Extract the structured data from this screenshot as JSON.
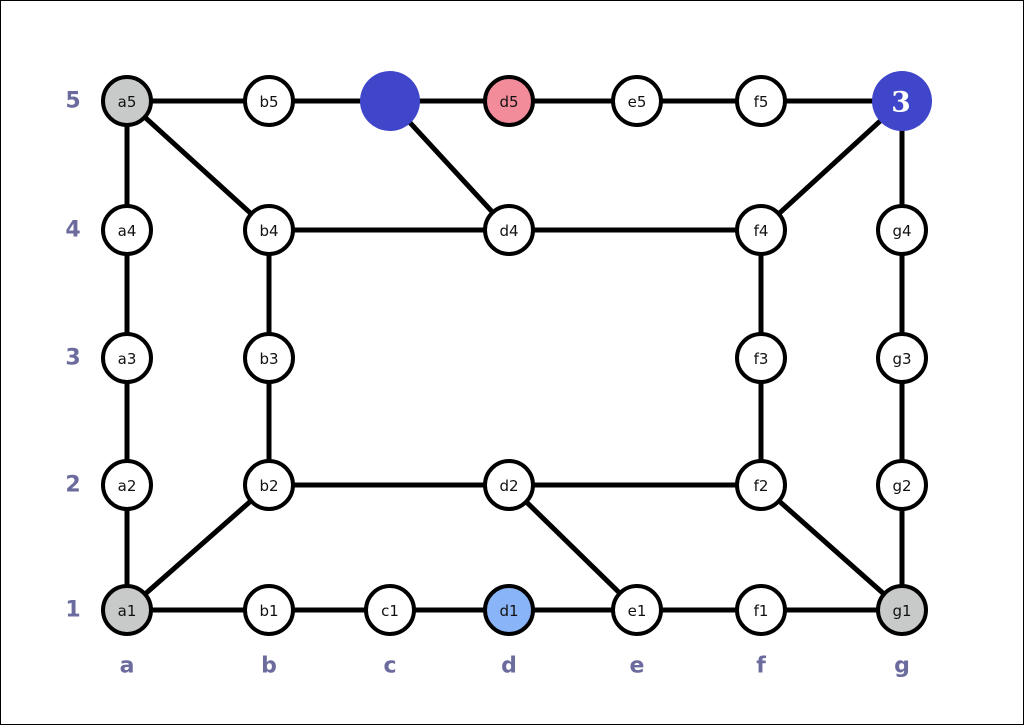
{
  "colors": {
    "axis_label": "#6b6b9e",
    "node_default": "#ffffff",
    "node_gray": "#c8caca",
    "node_pink": "#f28c9b",
    "node_light_blue": "#8ab4f8",
    "token_blue": "#3f46c9"
  },
  "board": {
    "columns": [
      "a",
      "b",
      "c",
      "d",
      "e",
      "f",
      "g"
    ],
    "rows": [
      "1",
      "2",
      "3",
      "4",
      "5"
    ],
    "nodes": [
      {
        "id": "a1",
        "label": "a1",
        "fill": "gray"
      },
      {
        "id": "b1",
        "label": "b1",
        "fill": "default"
      },
      {
        "id": "c1",
        "label": "c1",
        "fill": "default"
      },
      {
        "id": "d1",
        "label": "d1",
        "fill": "light_blue"
      },
      {
        "id": "e1",
        "label": "e1",
        "fill": "default"
      },
      {
        "id": "f1",
        "label": "f1",
        "fill": "default"
      },
      {
        "id": "g1",
        "label": "g1",
        "fill": "gray"
      },
      {
        "id": "a2",
        "label": "a2",
        "fill": "default"
      },
      {
        "id": "b2",
        "label": "b2",
        "fill": "default"
      },
      {
        "id": "d2",
        "label": "d2",
        "fill": "default"
      },
      {
        "id": "f2",
        "label": "f2",
        "fill": "default"
      },
      {
        "id": "g2",
        "label": "g2",
        "fill": "default"
      },
      {
        "id": "a3",
        "label": "a3",
        "fill": "default"
      },
      {
        "id": "b3",
        "label": "b3",
        "fill": "default"
      },
      {
        "id": "f3",
        "label": "f3",
        "fill": "default"
      },
      {
        "id": "g3",
        "label": "g3",
        "fill": "default"
      },
      {
        "id": "a4",
        "label": "a4",
        "fill": "default"
      },
      {
        "id": "b4",
        "label": "b4",
        "fill": "default"
      },
      {
        "id": "d4",
        "label": "d4",
        "fill": "default"
      },
      {
        "id": "f4",
        "label": "f4",
        "fill": "default"
      },
      {
        "id": "g4",
        "label": "g4",
        "fill": "default"
      },
      {
        "id": "a5",
        "label": "a5",
        "fill": "gray"
      },
      {
        "id": "b5",
        "label": "b5",
        "fill": "default"
      },
      {
        "id": "d5",
        "label": "d5",
        "fill": "pink"
      },
      {
        "id": "e5",
        "label": "e5",
        "fill": "default"
      },
      {
        "id": "f5",
        "label": "f5",
        "fill": "default"
      },
      {
        "id": "g5",
        "label": "",
        "fill": "default"
      }
    ],
    "edges": [
      [
        "a5",
        "b5"
      ],
      [
        "b5",
        "c5"
      ],
      [
        "c5",
        "d5"
      ],
      [
        "d5",
        "e5"
      ],
      [
        "e5",
        "f5"
      ],
      [
        "f5",
        "g5"
      ],
      [
        "a5",
        "a4"
      ],
      [
        "a4",
        "a3"
      ],
      [
        "a3",
        "a2"
      ],
      [
        "a2",
        "a1"
      ],
      [
        "a5",
        "b4"
      ],
      [
        "b4",
        "d4"
      ],
      [
        "d4",
        "f4"
      ],
      [
        "c5",
        "d4"
      ],
      [
        "b4",
        "b3"
      ],
      [
        "b3",
        "b2"
      ],
      [
        "b2",
        "a1"
      ],
      [
        "b2",
        "d2"
      ],
      [
        "d2",
        "f2"
      ],
      [
        "d2",
        "e1"
      ],
      [
        "a1",
        "b1"
      ],
      [
        "b1",
        "c1"
      ],
      [
        "c1",
        "d1"
      ],
      [
        "d1",
        "e1"
      ],
      [
        "e1",
        "f1"
      ],
      [
        "f1",
        "g1"
      ],
      [
        "f4",
        "f3"
      ],
      [
        "f3",
        "f2"
      ],
      [
        "f2",
        "g1"
      ],
      [
        "g5",
        "f4"
      ],
      [
        "g5",
        "g4"
      ],
      [
        "g4",
        "g3"
      ],
      [
        "g3",
        "g2"
      ],
      [
        "g2",
        "g1"
      ]
    ],
    "tokens": [
      {
        "at": "c5",
        "label": ""
      },
      {
        "at": "g5",
        "label": "3"
      }
    ]
  }
}
